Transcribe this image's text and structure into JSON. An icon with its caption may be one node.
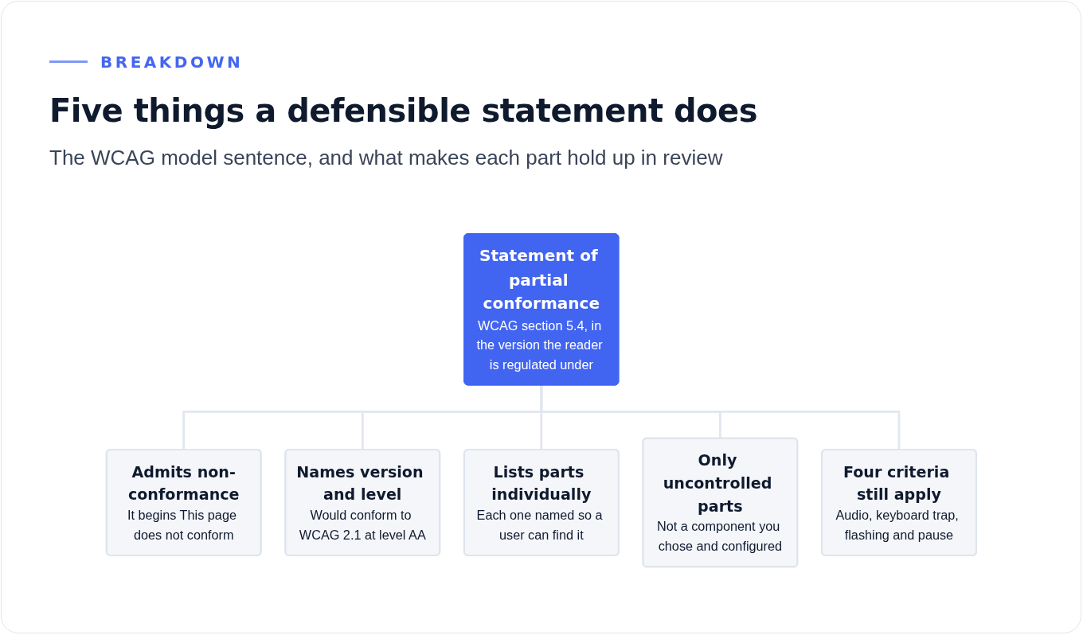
{
  "diagram": {
    "title": "Five things a defensible statement does",
    "caption": "The WCAG model sentence, and what makes each part hold up in review",
    "labels": [
      "BREAKDOWN"
    ],
    "nodes": [
      {
        "text": [
          "Statement of partial conformance",
          "WCAG section 5.4, in the version the reader is regulated under"
        ]
      },
      {
        "text": [
          "Admits non-conformance",
          "It begins This page does not conform"
        ]
      },
      {
        "text": [
          "Names version and level",
          "Would conform to WCAG 2.1 at level AA"
        ]
      },
      {
        "text": [
          "Lists parts individually",
          "Each one named so a user can find it"
        ]
      },
      {
        "text": [
          "Only uncontrolled parts",
          "Not a component you chose and configured"
        ]
      },
      {
        "text": [
          "Four criteria still apply",
          "Audio, keyboard trap, flashing and pause"
        ]
      }
    ],
    "edges": [
      {
        "from": 0,
        "to": 1,
        "arrow": "none"
      },
      {
        "from": 0,
        "to": 2,
        "arrow": "none"
      },
      {
        "from": 0,
        "to": 3,
        "arrow": "none"
      },
      {
        "from": 0,
        "to": 4,
        "arrow": "none"
      },
      {
        "from": 0,
        "to": 5,
        "arrow": "none"
      }
    ]
  }
}
